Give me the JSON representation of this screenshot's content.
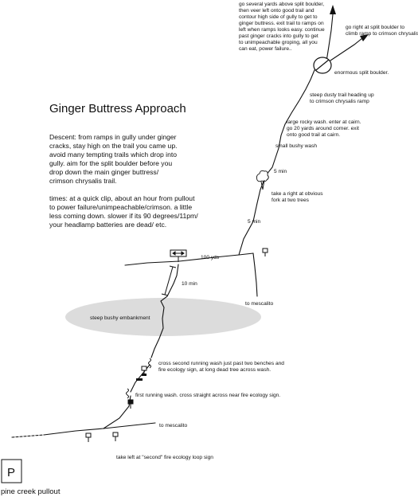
{
  "title": "Ginger Buttress Approach",
  "descent": [
    "Descent: from ramps in gully under ginger",
    "cracks, stay high on the trail you came up.",
    "avoid many tempting trails which drop into",
    "gully. aim for the split boulder before you",
    "drop down the main ginger buttress/",
    "crimson chrysalis trail."
  ],
  "times": [
    "times: at a quick clip, about an hour from pullout",
    "to power failure/unimpeachable/crimson. a little",
    "less coming down. slower if its 90 degrees/11pm/",
    "your headlamp batteries are dead/ etc."
  ],
  "top_left_note": [
    "go several yards above split boulder,",
    "then veer left onto good trail and",
    "contour high side of gully to get to",
    "ginger buttress. exit trail to ramps on",
    "left when ramps looks easy. continue",
    "past ginger cracks into gully to get",
    "to unimpeachable groping, all you",
    "can eat, power failure.."
  ],
  "top_right_note": [
    "go right at split boulder to",
    "climb ramp to crimson chrysalis"
  ],
  "labels": {
    "split_boulder": "enormous split boulder.",
    "dusty_trail": [
      "steep dusty trail heading up",
      "to crimson chrysalis ramp"
    ],
    "rocky_wash": [
      "large rocky wash. enter at cairn.",
      "go 20 yards around corner. exit",
      "onto good trail at cairn."
    ],
    "bushy_wash": "small bushy wash",
    "five_min_a": "5 min",
    "two_trees": [
      "take a right at obvious",
      "fork at two trees"
    ],
    "five_min_b": "5 min",
    "hundred_yds": "100 yds",
    "to_mescalito_mid": "to mescalito",
    "ten_min": "10 min",
    "embankment": "steep bushy embankment",
    "second_wash": [
      "cross second running wash just past two benches and",
      "fire ecology sign, at long dead tree across wash."
    ],
    "first_wash": "first running wash. cross straight across near fire ecology sign.",
    "to_mescalito_low": "to mescalito",
    "fire_loop": "take left at \"second\" fire ecology loop sign",
    "parking_letter": "P",
    "parking": "pine creek pullout"
  },
  "colors": {
    "ink": "#111111",
    "embankment": "#dcdcdc"
  }
}
